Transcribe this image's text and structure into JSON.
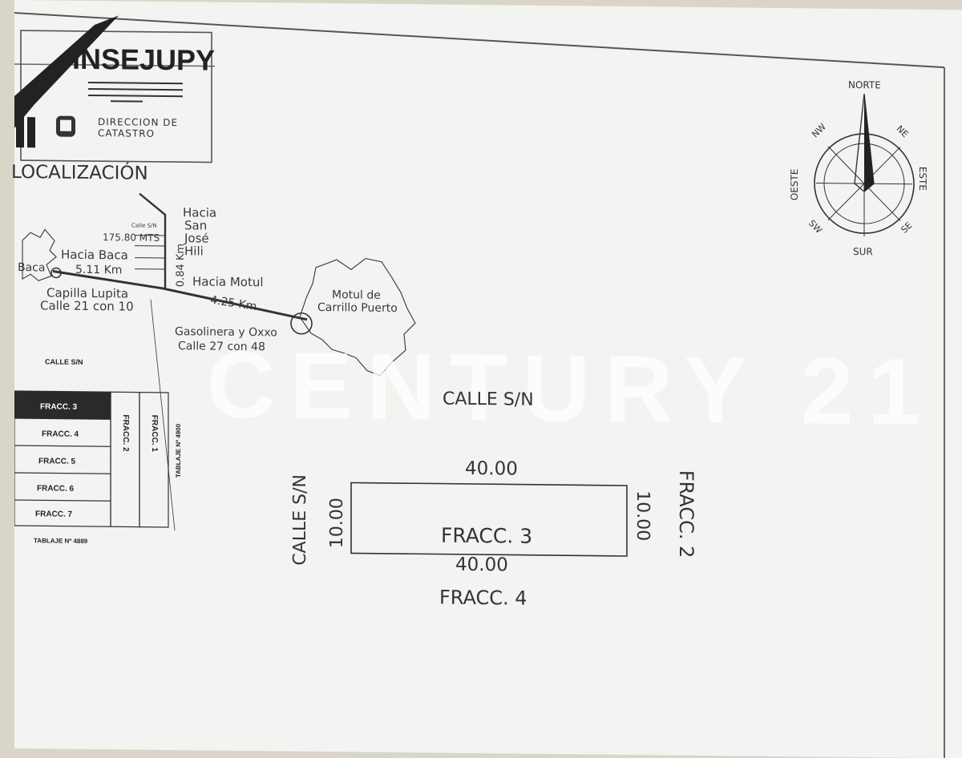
{
  "header": {
    "org_name": "INSEJUPY",
    "dept_line1": "DIRECCION DE",
    "dept_line2": "CATASTRO",
    "section_title": "LOCALIZACIÓN"
  },
  "compass": {
    "north": "NORTE",
    "south": "SUR",
    "east": "ESTE",
    "west": "OESTE",
    "ne": "NE",
    "nw": "NW",
    "se": "SE",
    "sw": "SW"
  },
  "location_map": {
    "baca": "Baca",
    "hacia_baca": "Hacia Baca",
    "km_baca": "5.11 Km",
    "capilla_line1": "Capilla Lupita",
    "capilla_line2": "Calle 21 con 10",
    "hacia_san_jose_1": "Hacia",
    "hacia_san_jose_2": "San",
    "hacia_san_jose_3": "José",
    "hacia_san_jose_4": "Hili",
    "km_vertical": "0.84 Km",
    "mts": "175.80 MTS",
    "calle_sn_small": "Calle S/N",
    "hacia_motul": "Hacia Motul",
    "km_motul": "4.25 Km",
    "motul_line1": "Motul de",
    "motul_line2": "Carrillo Puerto",
    "gasolinera_line1": "Gasolinera y Oxxo",
    "gasolinera_line2": "Calle 27 con 48"
  },
  "mini_plan": {
    "calle": "CALLE S/N",
    "fracciones": [
      "FRACC. 3",
      "FRACC. 4",
      "FRACC. 5",
      "FRACC. 6",
      "FRACC. 7"
    ],
    "fracc2": "FRACC. 2",
    "fracc1": "FRACC. 1",
    "tablaje_side": "TABLAJE Nº 4900",
    "tablaje_bottom": "TABLAJE Nº 4889"
  },
  "main_plan": {
    "calle_top": "CALLE S/N",
    "calle_left": "CALLE S/N",
    "top_dim": "40.00",
    "bottom_dim": "40.00",
    "left_dim": "10.00",
    "right_dim": "10.00",
    "lot_label": "FRACC. 3",
    "south_neighbor": "FRACC. 4",
    "east_neighbor": "FRACC. 2"
  },
  "watermark": "CENTURY 21"
}
